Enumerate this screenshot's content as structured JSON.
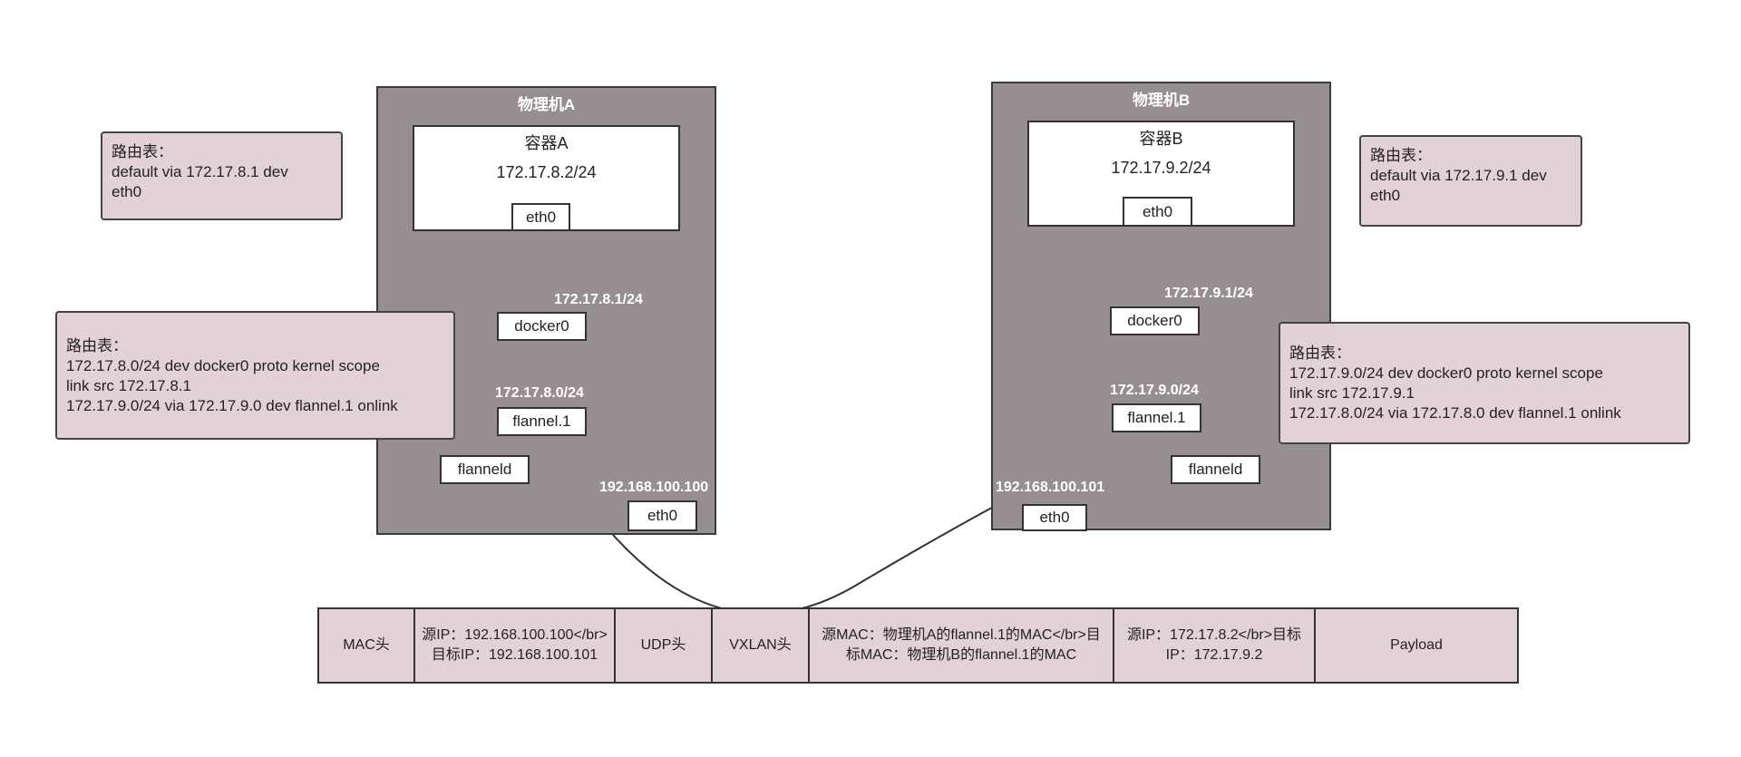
{
  "hosts": {
    "a": {
      "title": "物理机A",
      "container": {
        "title": "容器A",
        "ip": "172.17.8.2/24",
        "nic": "eth0"
      },
      "docker0": {
        "label": "docker0",
        "ip": "172.17.8.1/24"
      },
      "flannel": {
        "label": "flannel.1",
        "ip": "172.17.8.0/24"
      },
      "flanneld": "flanneld",
      "eth0": {
        "label": "eth0",
        "ip": "192.168.100.100"
      }
    },
    "b": {
      "title": "物理机B",
      "container": {
        "title": "容器B",
        "ip": "172.17.9.2/24",
        "nic": "eth0"
      },
      "docker0": {
        "label": "docker0",
        "ip": "172.17.9.1/24"
      },
      "flannel": {
        "label": "flannel.1",
        "ip": "172.17.9.0/24"
      },
      "flanneld": "flanneld",
      "eth0": {
        "label": "eth0",
        "ip": "192.168.100.101"
      }
    }
  },
  "notes": {
    "container_a_route": "路由表：\ndefault via 172.17.8.1 dev\neth0",
    "host_a_route": "路由表：\n172.17.8.0/24 dev docker0  proto kernel  scope\nlink  src 172.17.8.1\n172.17.9.0/24 via 172.17.9.0 dev flannel.1 onlink",
    "container_b_route": "路由表：\ndefault via 172.17.9.1 dev\neth0",
    "host_b_route": "路由表：\n172.17.9.0/24 dev docker0  proto kernel  scope\nlink  src 172.17.9.1\n172.17.8.0/24 via 172.17.8.0 dev flannel.1 onlink"
  },
  "packet": [
    "MAC头",
    "源IP：192.168.100.100</br>目标IP：192.168.100.101",
    "UDP头",
    "VXLAN头",
    "源MAC：物理机A的flannel.1的MAC</br>目标MAC：物理机B的flannel.1的MAC",
    "源IP：172.17.8.2</br>目标IP：172.17.9.2",
    "Payload"
  ],
  "colors": {
    "host_fill": "#978e93",
    "note_fill": "#e2d2d8",
    "border": "#333333"
  }
}
